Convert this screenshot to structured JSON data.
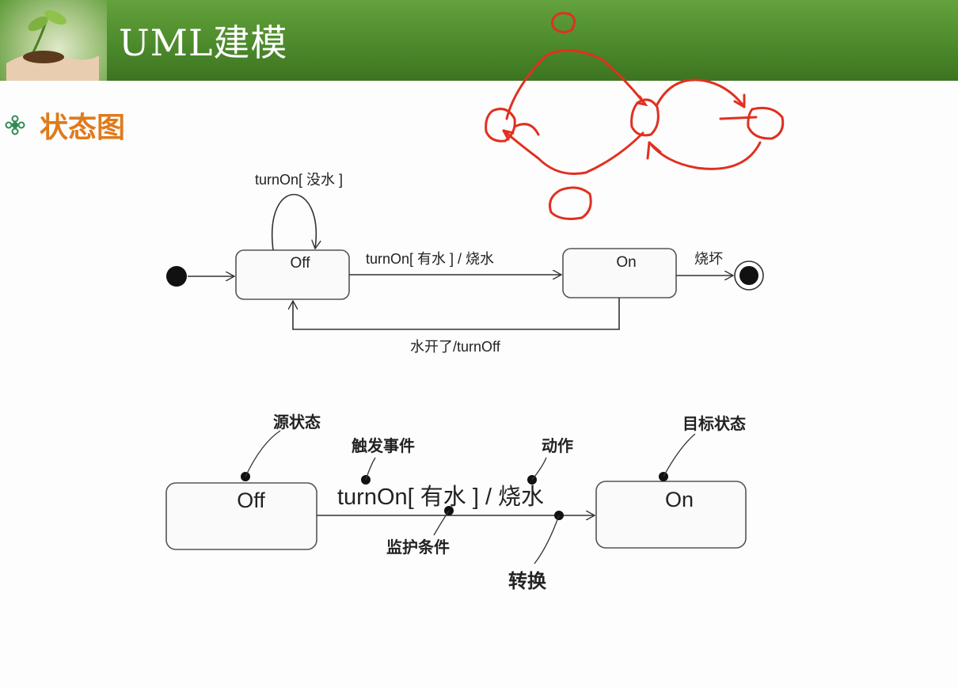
{
  "slide": {
    "title": "UML建模",
    "heading": "状态图"
  },
  "top_diagram": {
    "states": {
      "off": "Off",
      "on": "On"
    },
    "transitions": {
      "self_loop": "turnOn[ 没水 ]",
      "off_to_on": "turnOn[ 有水 ] / 烧水",
      "on_to_final": "烧坏",
      "on_to_off": "水开了/turnOff"
    }
  },
  "bottom_diagram": {
    "states": {
      "off": "Off",
      "on": "On"
    },
    "transition_label": "turnOn[ 有水 ] / 烧水",
    "annotations": {
      "source_state": "源状态",
      "trigger_event": "触发事件",
      "action": "动作",
      "target_state": "目标状态",
      "guard_condition": "监护条件",
      "transition": "转换"
    }
  },
  "colors": {
    "header_green": "#4d8a2c",
    "heading_orange": "#e07a1c",
    "pen_red": "#e03020",
    "bullet_green": "#2e8b57"
  },
  "icons": [
    "plant-in-hand-photo",
    "flower-bullet-icon"
  ]
}
